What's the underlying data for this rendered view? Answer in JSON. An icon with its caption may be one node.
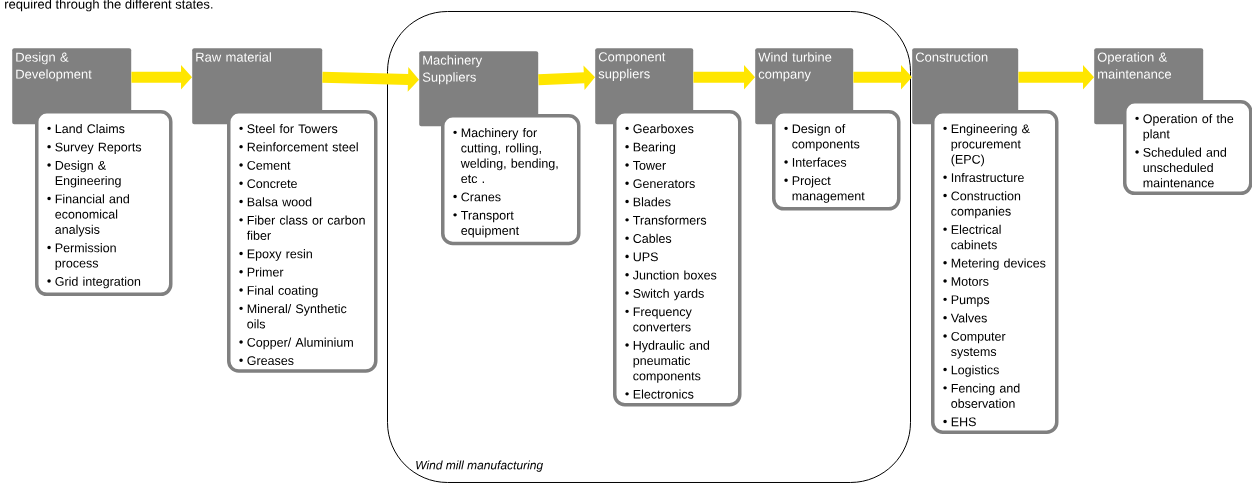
{
  "diagram": {
    "nodes": [
      {
        "text": [
          "Design & Development",
          "Land Claims",
          "Survey Reports",
          "Design & Engineering",
          "Financial and economical analysis",
          "Permission process",
          "Grid integration"
        ]
      },
      {
        "text": [
          "Raw material",
          "Steel for Towers",
          "Reinforcement steel",
          "Cement",
          "Concrete",
          "Balsa wood",
          "Fiber class or carbon fiber",
          "Epoxy resin",
          "Primer",
          "Final coating",
          "Mineral/ Synthetic oils",
          "Copper/ Aluminium",
          "Greases"
        ]
      },
      {
        "text": [
          "Wind mill manufacturing"
        ]
      },
      {
        "text": [
          "Machinery Suppliers",
          "Machinery for cutting, rolling, welding, bending, etc .",
          "Cranes",
          "Transport equipment"
        ],
        "in": 2
      },
      {
        "text": [
          "Component suppliers",
          "Gearboxes",
          "Bearing",
          "Tower",
          "Generators",
          "Blades",
          "Transformers",
          "Cables",
          "UPS",
          "Junction boxes",
          "Switch yards",
          "Frequency converters",
          "Hydraulic and pneumatic components",
          "Electronics"
        ],
        "in": 2
      },
      {
        "text": [
          "Wind turbine company",
          "Design of components",
          "Interfaces",
          "Project management"
        ],
        "in": 2
      },
      {
        "text": [
          "Construction",
          "Engineering & procurement (EPC)",
          "Infrastructure",
          "Construction companies",
          "Electrical cabinets",
          "Metering devices",
          "Motors",
          "Pumps",
          "Valves",
          "Computer systems",
          "Logistics",
          "Fencing and observation",
          "EHS"
        ]
      },
      {
        "text": [
          "Operation & maintenance",
          "Operation of the plant",
          "Scheduled and unscheduled maintenance"
        ]
      }
    ],
    "edges": [
      {
        "from": 0,
        "to": 1,
        "arrow": "to"
      },
      {
        "from": 1,
        "to": 3,
        "arrow": "to"
      },
      {
        "from": 3,
        "to": 4,
        "arrow": "to"
      },
      {
        "from": 4,
        "to": 5,
        "arrow": "to"
      },
      {
        "from": 5,
        "to": 6,
        "arrow": "to"
      },
      {
        "from": 6,
        "to": 7,
        "arrow": "to"
      }
    ],
    "labels": [
      "required through the different states."
    ]
  }
}
